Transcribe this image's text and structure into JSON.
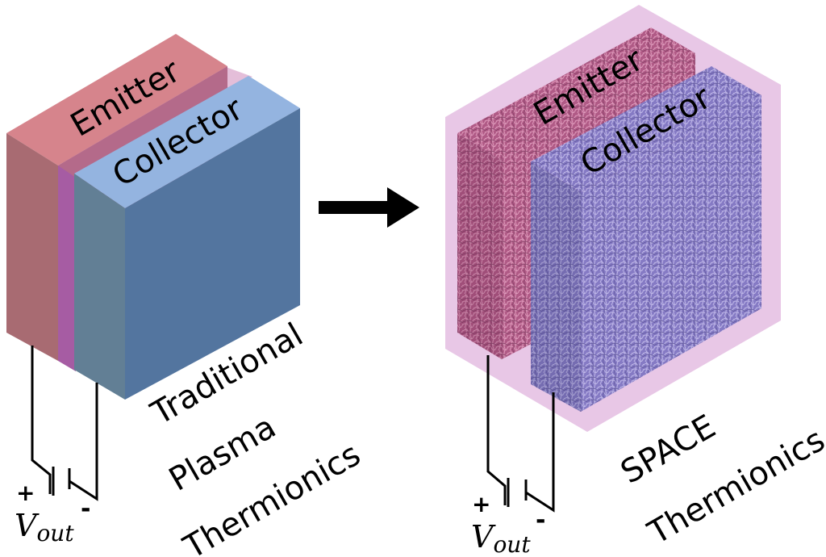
{
  "left_device": {
    "emitter_label": "Emitter",
    "collector_label": "Collector",
    "caption_lines": [
      "Traditional",
      "Plasma",
      "Thermionics"
    ],
    "voltage": {
      "plus": "+",
      "minus": "-",
      "symbol": "V",
      "subscript": "out"
    }
  },
  "right_device": {
    "emitter_label": "Emitter",
    "collector_label": "Collector",
    "caption_lines": [
      "SPACE",
      "Thermionics"
    ],
    "voltage": {
      "plus": "+",
      "minus": "-",
      "symbol": "V",
      "subscript": "out"
    }
  },
  "colors": {
    "emitter_front": "#a86b72",
    "emitter_top": "#d6848c",
    "emitter_gap": "#a65ca3",
    "collector_top": "#94b4e0",
    "collector_side": "#627f95",
    "collector_front": "#53759f",
    "space_envelope": "#e8c7e6",
    "space_emitter": "#b05a86",
    "space_collector": "#8a80c8"
  }
}
